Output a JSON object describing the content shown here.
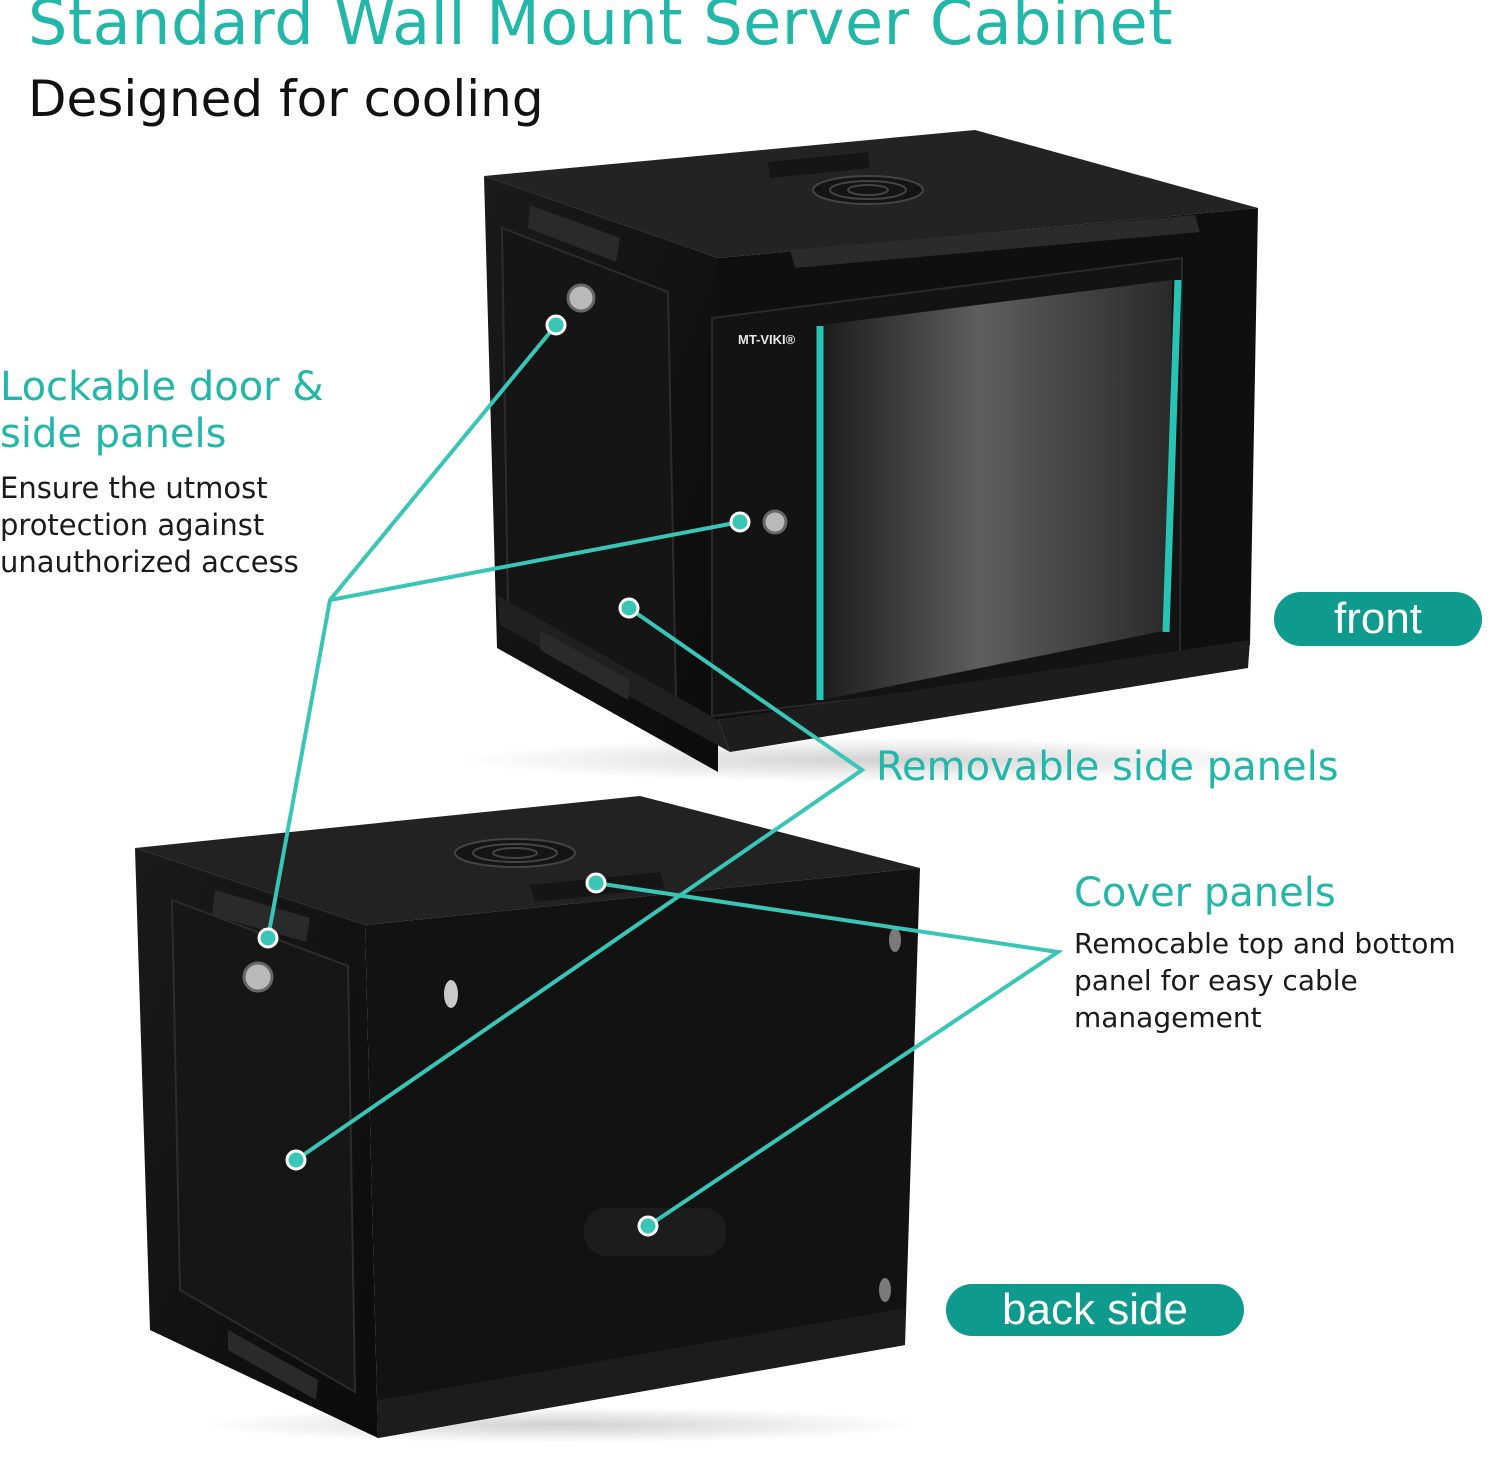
{
  "header": {
    "title": "Standard Wall Mount Server Cabinet",
    "subtitle": "Designed for cooling"
  },
  "features": {
    "lockable": {
      "title_line1": "Lockable door &",
      "title_line2": "side panels",
      "desc_line1": "Ensure the utmost",
      "desc_line2": "protection against",
      "desc_line3": "unauthorized access"
    },
    "removable": {
      "title": "Removable side panels"
    },
    "cover": {
      "title": "Cover panels",
      "desc_line1": "Remocable top and bottom",
      "desc_line2": "panel for easy cable",
      "desc_line3": "management"
    }
  },
  "tags": {
    "front": "front",
    "back": "back side"
  },
  "product": {
    "brand": "MT-VIKI®"
  },
  "colors": {
    "accent": "#23b7a9",
    "pill": "#0e9a8c",
    "cabinet": "#111111"
  },
  "icons": [
    "lock-icon",
    "fan-vent-icon",
    "callout-dot-icon"
  ]
}
